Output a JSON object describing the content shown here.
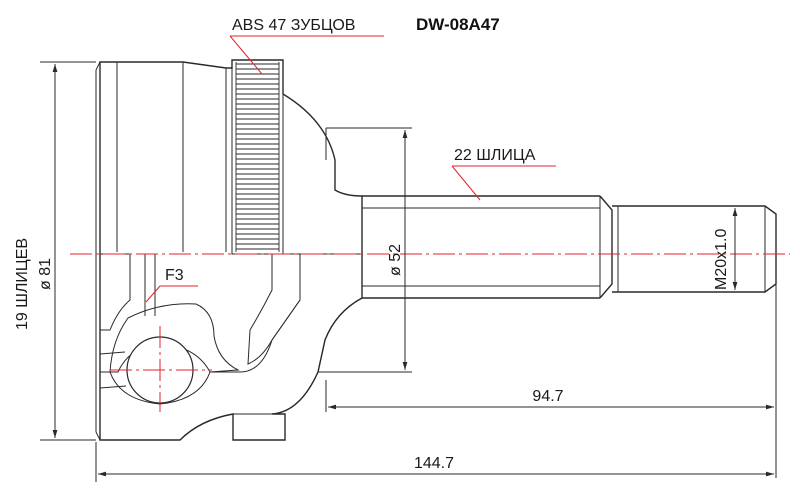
{
  "part_number": "DW-08A47",
  "labels": {
    "abs": "ABS 47 ЗУБЦОВ",
    "inner_splines": "22 ШЛИЦА",
    "outer_splines": "19 ШЛИЦЕВ",
    "outer_diameter": "ø 81",
    "seal_diameter": "ø 52",
    "thread": "M20x1.0",
    "shaft_length": "94.7",
    "total_length": "144.7",
    "bearing_size": "F3"
  },
  "colors": {
    "line": "#2a2a2a",
    "centerline": "#e0242b",
    "leader": "#e0242b"
  }
}
